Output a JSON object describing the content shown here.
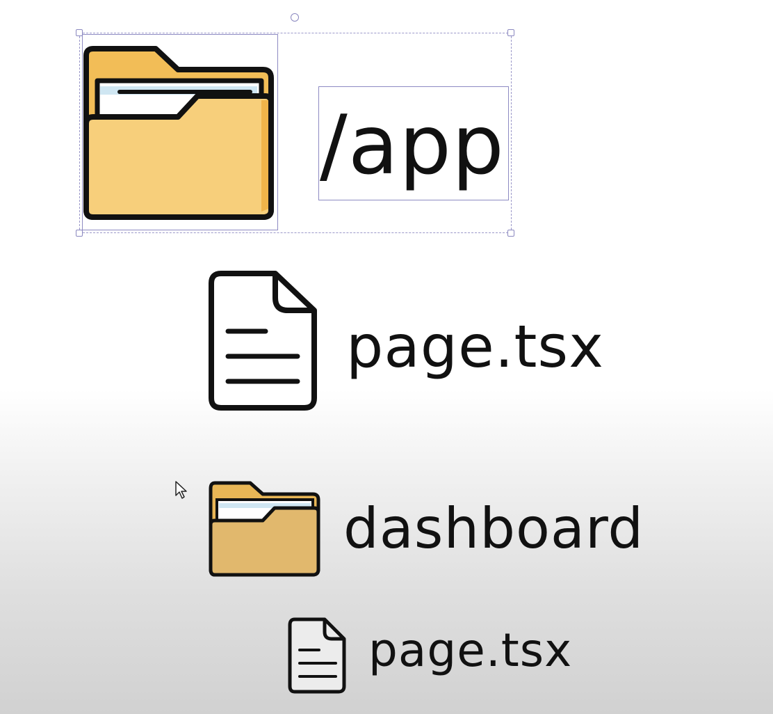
{
  "root_folder": {
    "label": "/app",
    "icon": "folder-icon"
  },
  "root_page": {
    "label": "page.tsx",
    "icon": "file-icon"
  },
  "child_folder": {
    "label": "dashboard",
    "icon": "folder-icon"
  },
  "child_page": {
    "label": "page.tsx",
    "icon": "file-icon"
  },
  "colors": {
    "folder_back": "#f2bd57",
    "folder_front": "#f7cf7b",
    "folder_front_dim": "#e1b86d",
    "paper": "#ffffff",
    "paper_stripe": "#cfe6f2",
    "outline": "#111111",
    "selection": "#8d8ac2"
  }
}
